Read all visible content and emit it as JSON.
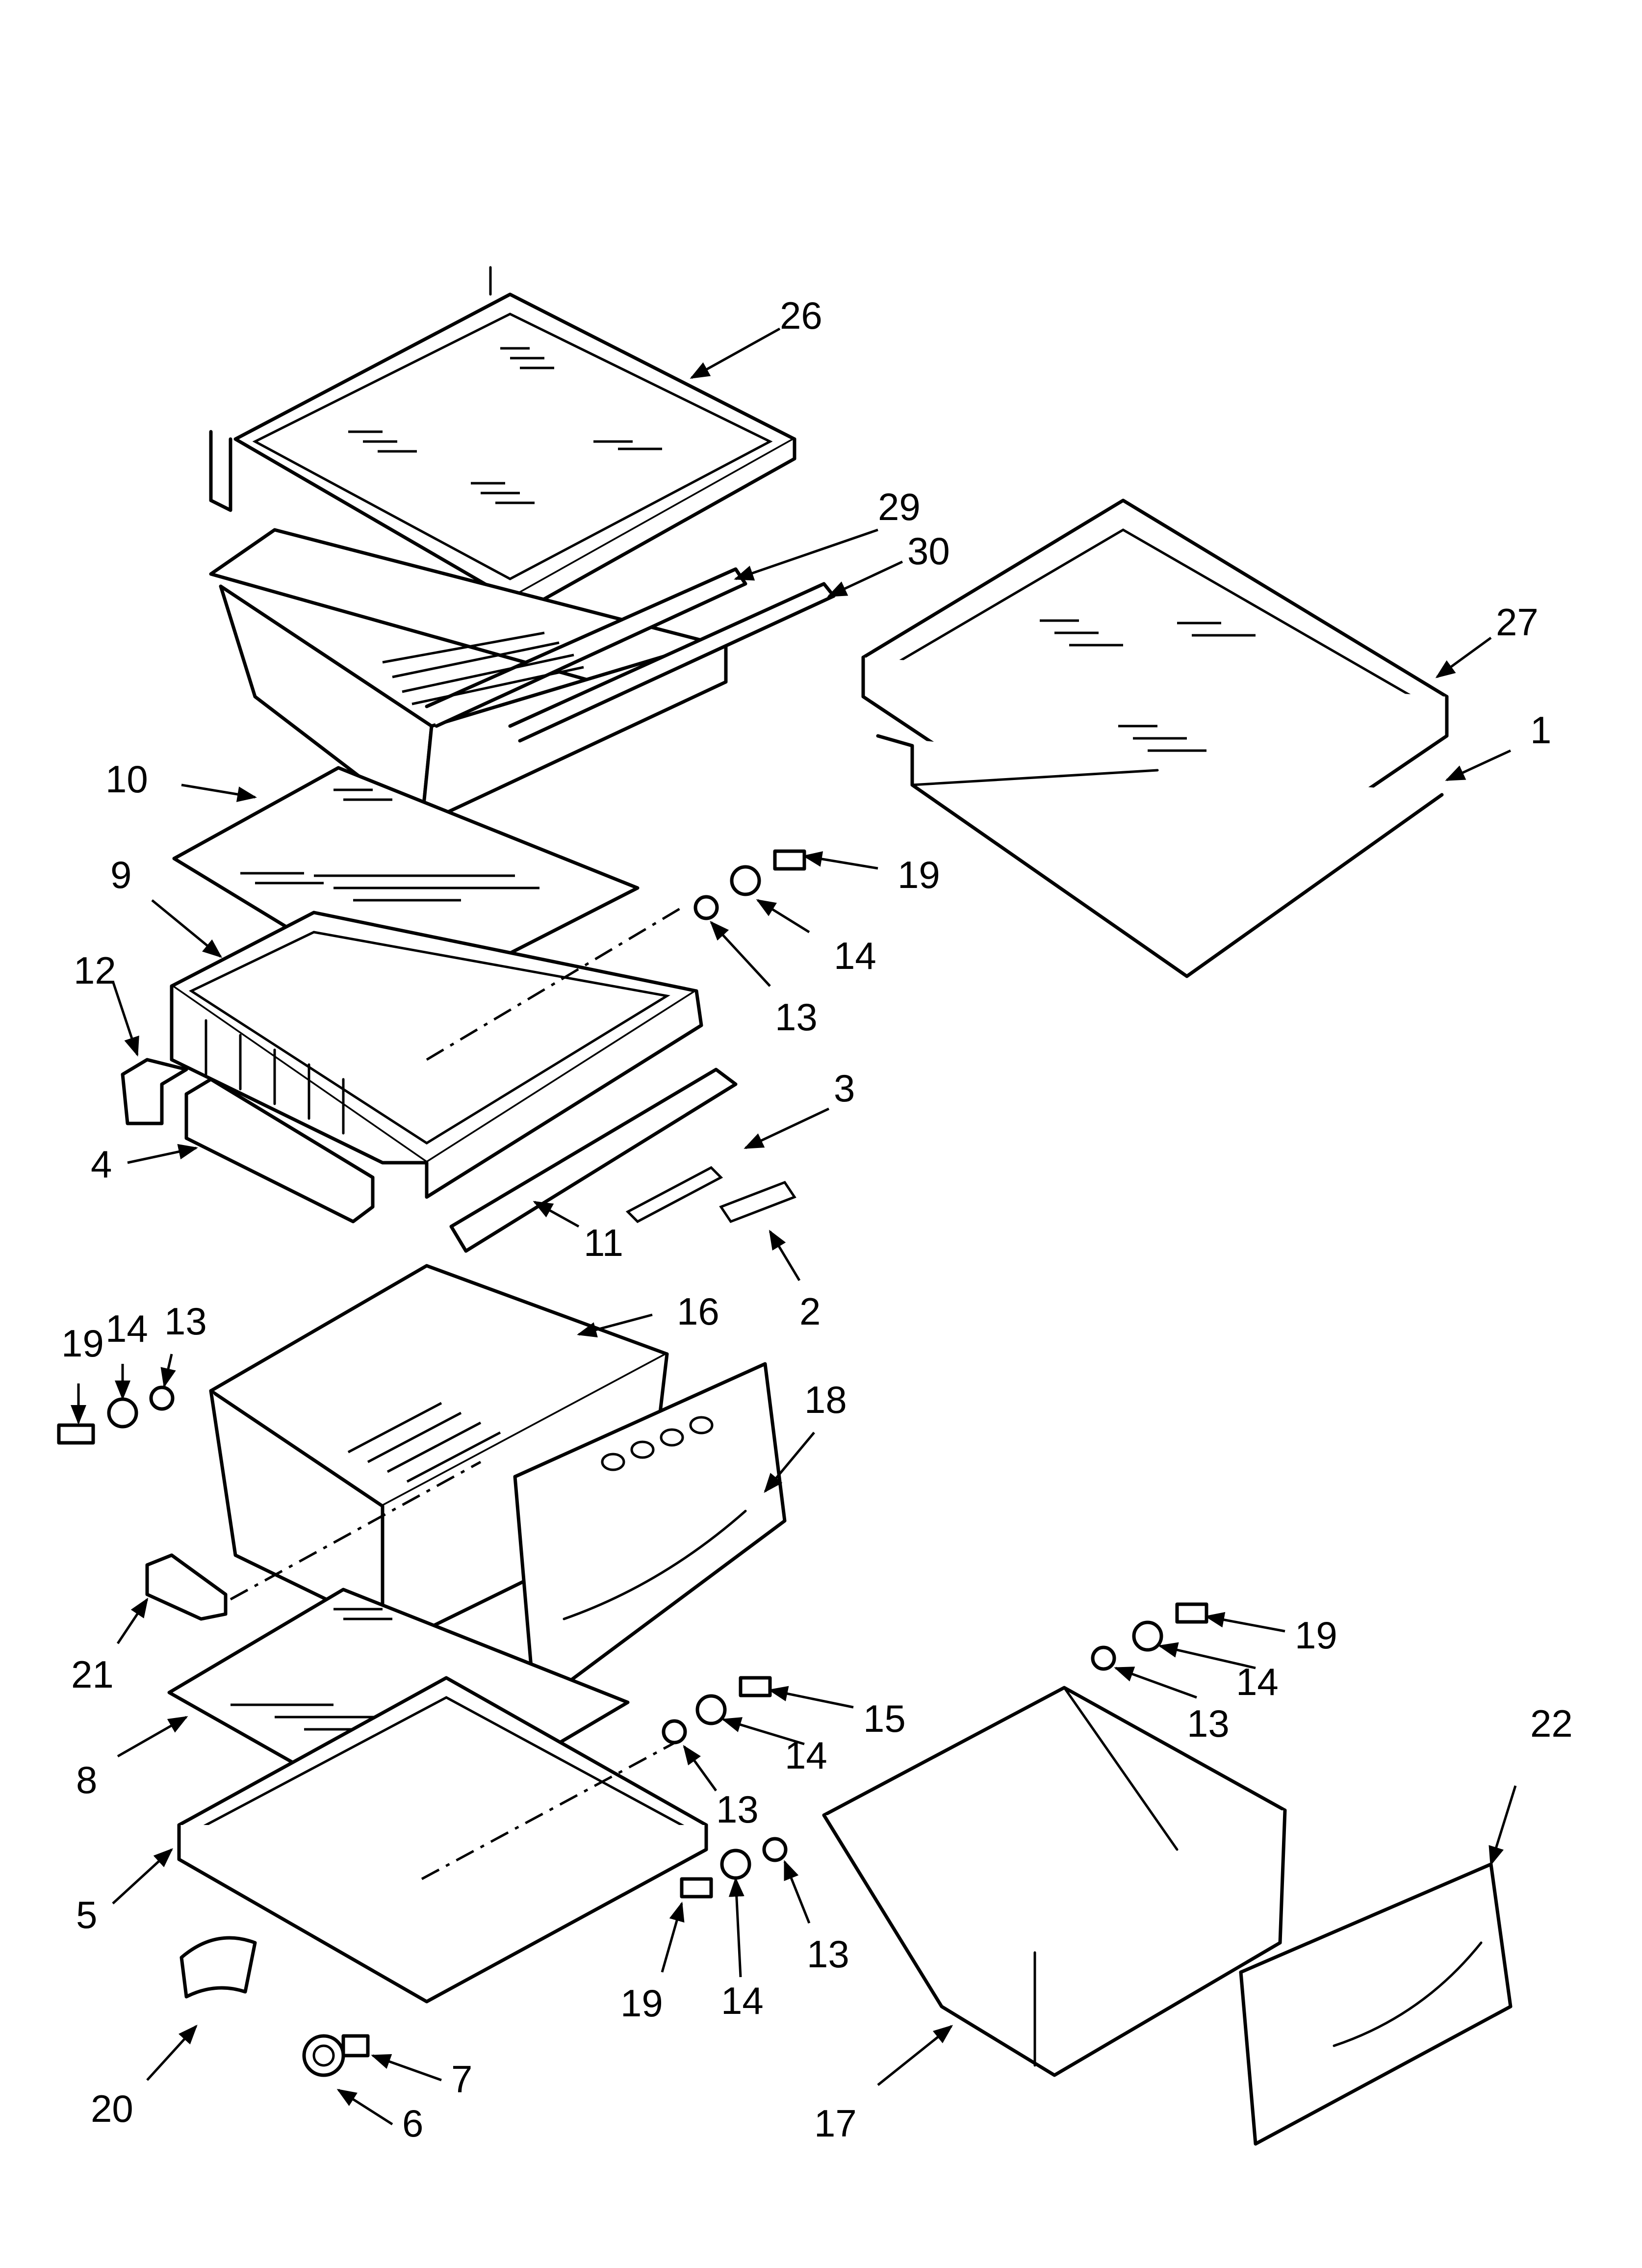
{
  "callouts": [
    {
      "id": "c26",
      "label": "26"
    },
    {
      "id": "c29",
      "label": "29"
    },
    {
      "id": "c30",
      "label": "30"
    },
    {
      "id": "c27",
      "label": "27"
    },
    {
      "id": "c1",
      "label": "1"
    },
    {
      "id": "c10",
      "label": "10"
    },
    {
      "id": "c19a",
      "label": "19"
    },
    {
      "id": "c9",
      "label": "9"
    },
    {
      "id": "c14a",
      "label": "14"
    },
    {
      "id": "c12",
      "label": "12"
    },
    {
      "id": "c13a",
      "label": "13"
    },
    {
      "id": "c3",
      "label": "3"
    },
    {
      "id": "c4",
      "label": "4"
    },
    {
      "id": "c11",
      "label": "11"
    },
    {
      "id": "c2",
      "label": "2"
    },
    {
      "id": "c19b",
      "label": "19"
    },
    {
      "id": "c14b",
      "label": "14"
    },
    {
      "id": "c13b",
      "label": "13"
    },
    {
      "id": "c16",
      "label": "16"
    },
    {
      "id": "c18",
      "label": "18"
    },
    {
      "id": "c21",
      "label": "21"
    },
    {
      "id": "c19c",
      "label": "19"
    },
    {
      "id": "c14c",
      "label": "14"
    },
    {
      "id": "c13c",
      "label": "13"
    },
    {
      "id": "c15",
      "label": "15"
    },
    {
      "id": "c14d",
      "label": "14"
    },
    {
      "id": "c8",
      "label": "8"
    },
    {
      "id": "c13d",
      "label": "13"
    },
    {
      "id": "c22",
      "label": "22"
    },
    {
      "id": "c5",
      "label": "5"
    },
    {
      "id": "c13e",
      "label": "13"
    },
    {
      "id": "c19d",
      "label": "19"
    },
    {
      "id": "c14e",
      "label": "14"
    },
    {
      "id": "c7",
      "label": "7"
    },
    {
      "id": "c20",
      "label": "20"
    },
    {
      "id": "c6",
      "label": "6"
    },
    {
      "id": "c17",
      "label": "17"
    }
  ]
}
